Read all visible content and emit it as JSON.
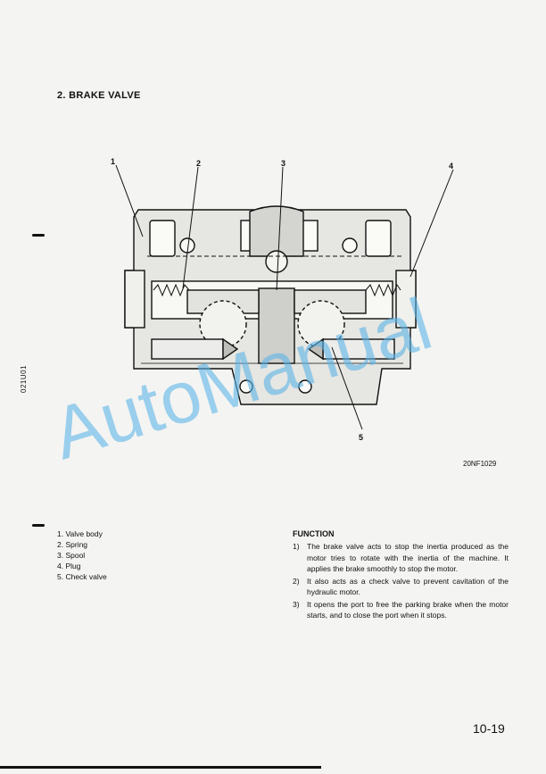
{
  "header": {
    "title": "2. BRAKE VALVE"
  },
  "side_code": "021U01",
  "figure": {
    "code": "20NF1029",
    "callouts": [
      "1",
      "2",
      "3",
      "4",
      "5"
    ]
  },
  "parts": [
    "1. Valve body",
    "2. Spring",
    "3. Spool",
    "4. Plug",
    "5. Check valve"
  ],
  "function": {
    "heading": "FUNCTION",
    "items": [
      {
        "num": "1)",
        "text": "The brake valve acts to stop the inertia produced as the motor tries to rotate with the inertia of the machine. It applies the brake smoothly to stop the motor."
      },
      {
        "num": "2)",
        "text": "It also acts as a check valve to prevent cavitation of the hydraulic motor."
      },
      {
        "num": "3)",
        "text": "It opens the port to free the parking brake when the motor starts, and to close the port when it stops."
      }
    ]
  },
  "page_number": "10-19",
  "watermark": {
    "text": "AutoManual",
    "color": "#5bb4e8"
  }
}
